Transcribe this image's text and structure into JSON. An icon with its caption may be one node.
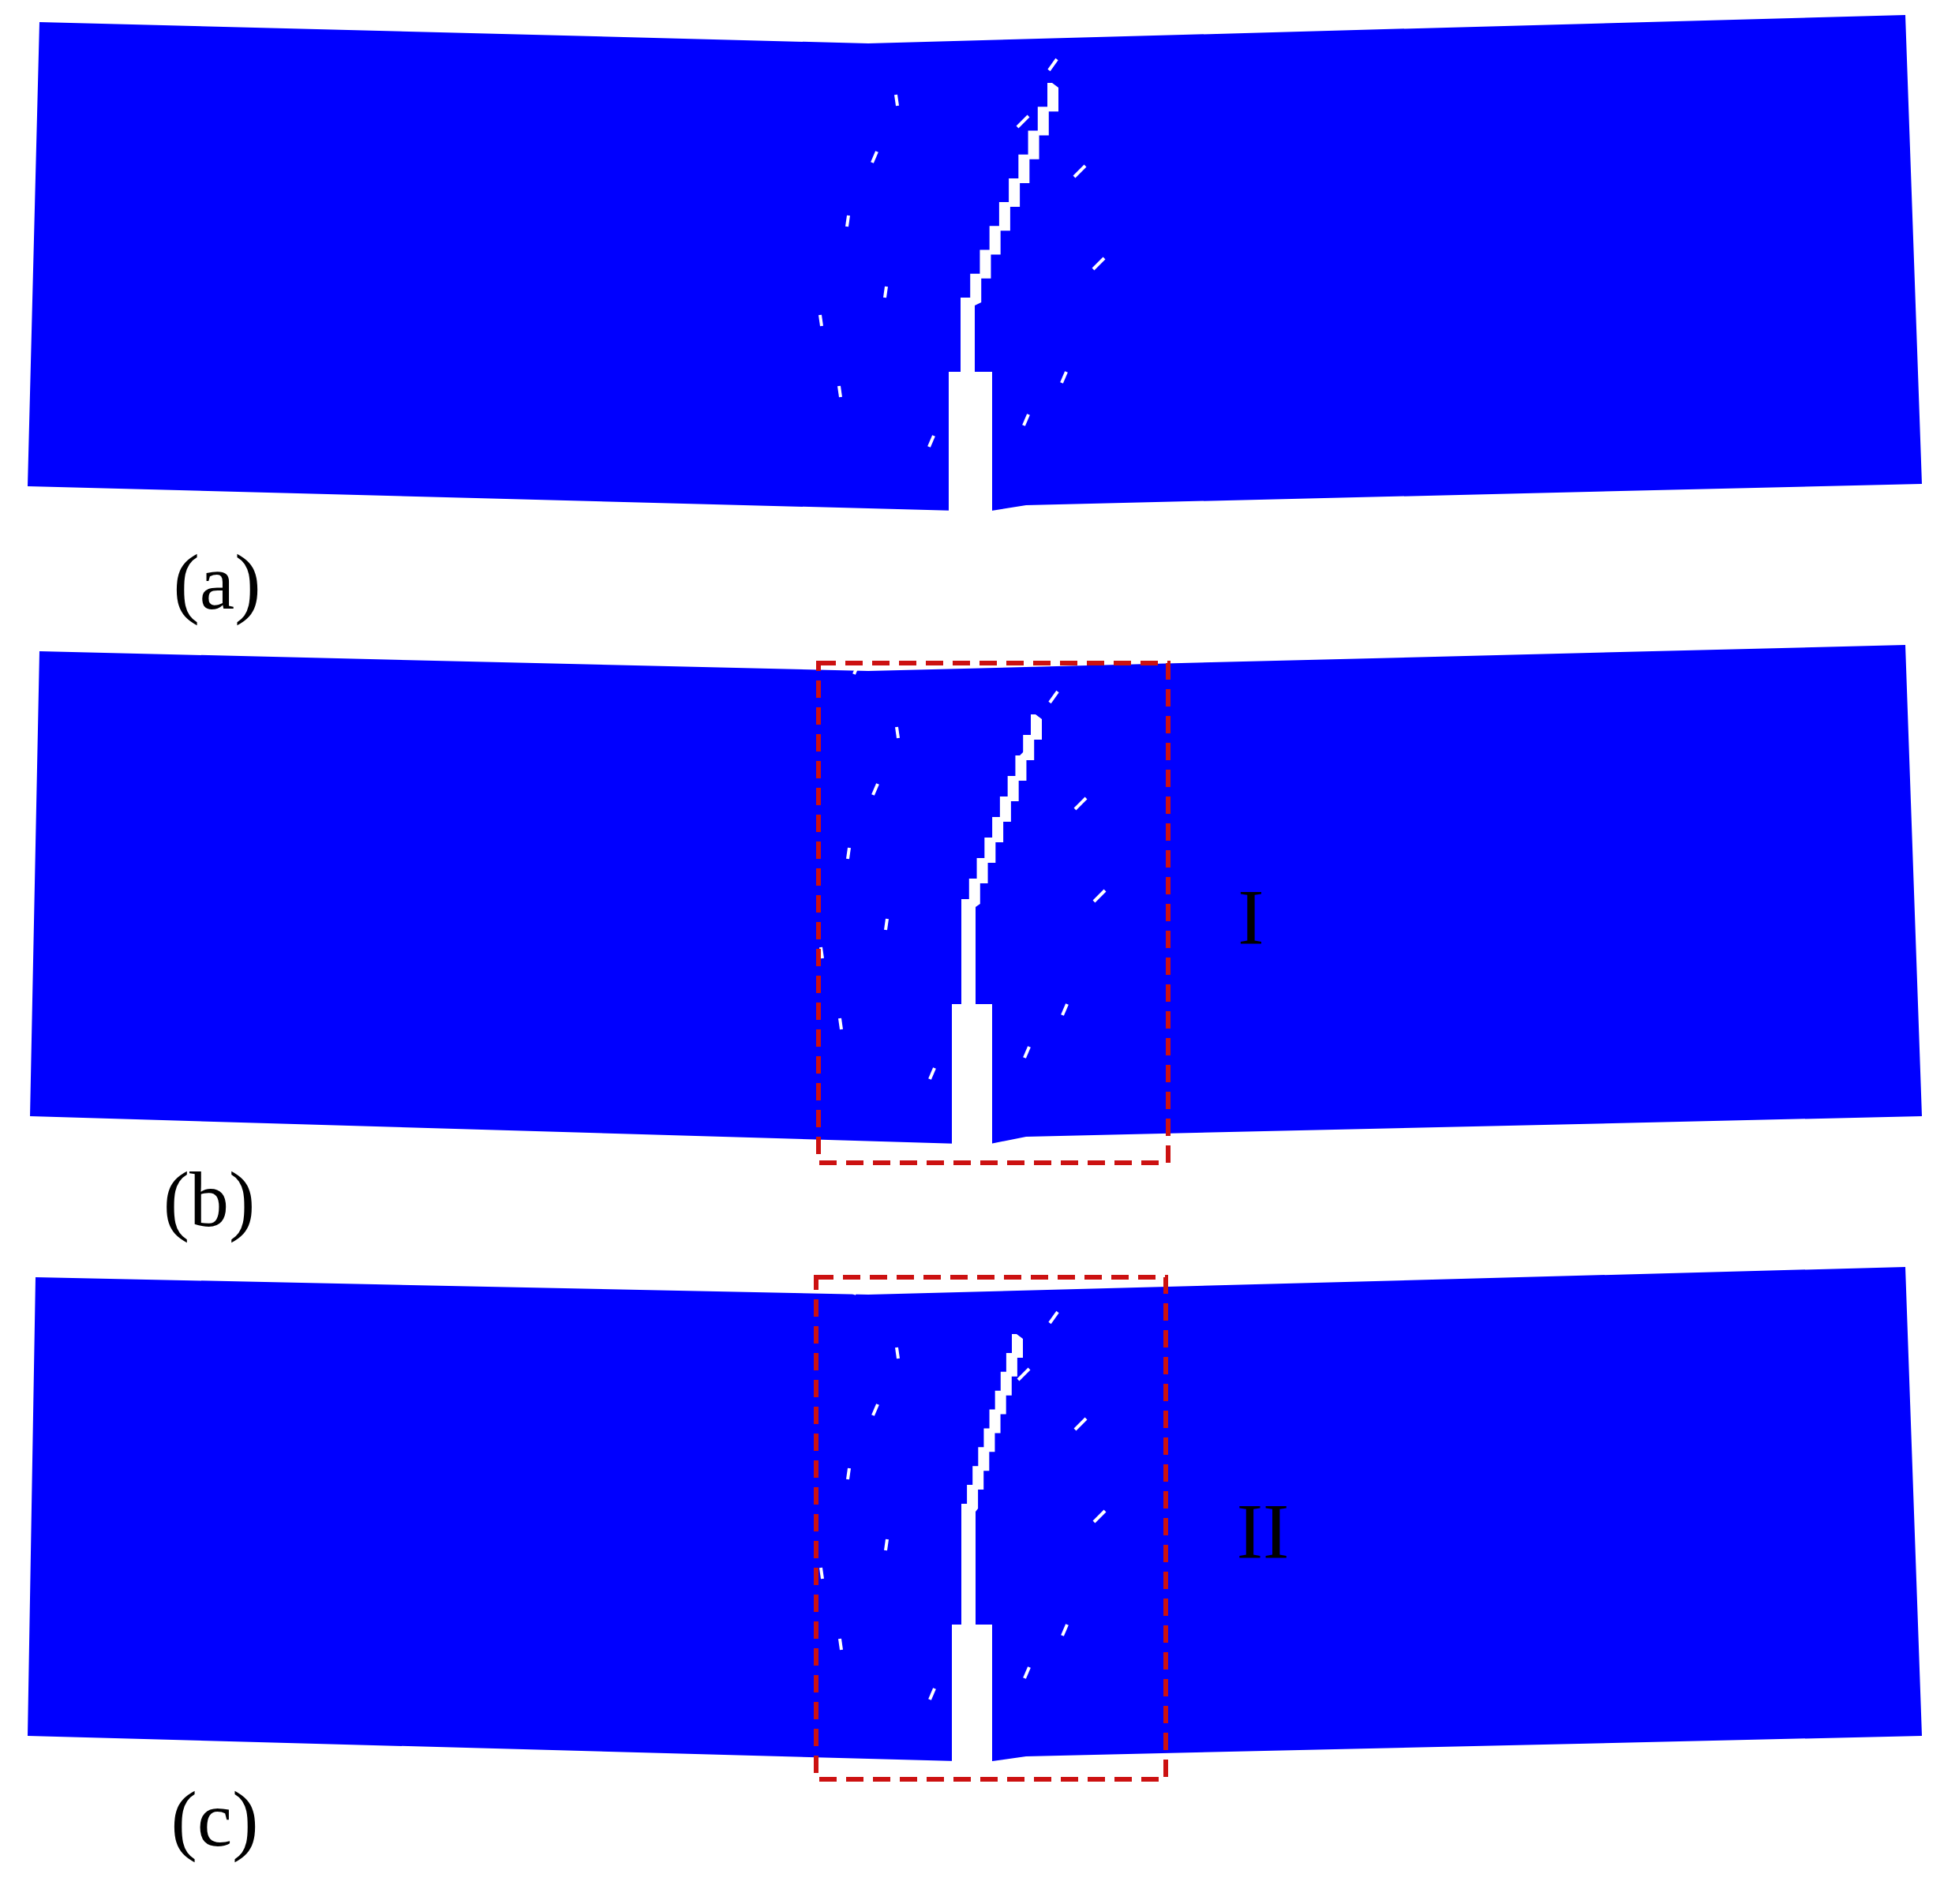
{
  "diagram": {
    "labels": [
      "(a)",
      "I",
      "(b)",
      "II",
      "(c)"
    ]
  }
}
